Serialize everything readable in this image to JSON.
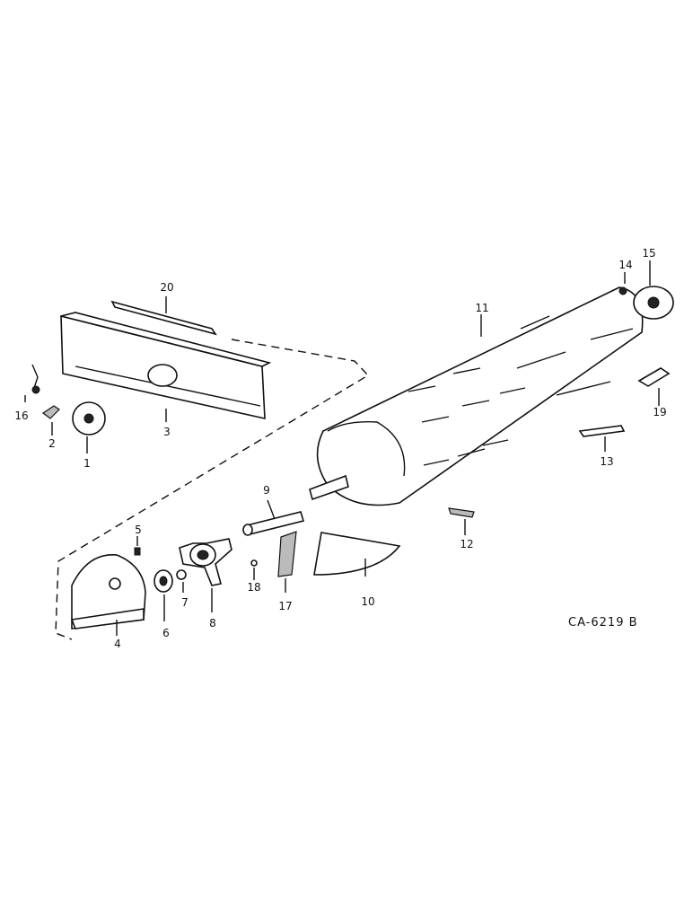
{
  "figure_code": "CA-6219 B",
  "callouts": [
    {
      "id": "1",
      "text": "1"
    },
    {
      "id": "2",
      "text": "2"
    },
    {
      "id": "3",
      "text": "3"
    },
    {
      "id": "4",
      "text": "4"
    },
    {
      "id": "5",
      "text": "5"
    },
    {
      "id": "6",
      "text": "6"
    },
    {
      "id": "7",
      "text": "7"
    },
    {
      "id": "8",
      "text": "8"
    },
    {
      "id": "9",
      "text": "9"
    },
    {
      "id": "10",
      "text": "10"
    },
    {
      "id": "11",
      "text": "11"
    },
    {
      "id": "12",
      "text": "12"
    },
    {
      "id": "13",
      "text": "13"
    },
    {
      "id": "14",
      "text": "14"
    },
    {
      "id": "15",
      "text": "15"
    },
    {
      "id": "16",
      "text": "16"
    },
    {
      "id": "17",
      "text": "17"
    },
    {
      "id": "18",
      "text": "18"
    },
    {
      "id": "19",
      "text": "19"
    },
    {
      "id": "20",
      "text": "20"
    }
  ]
}
